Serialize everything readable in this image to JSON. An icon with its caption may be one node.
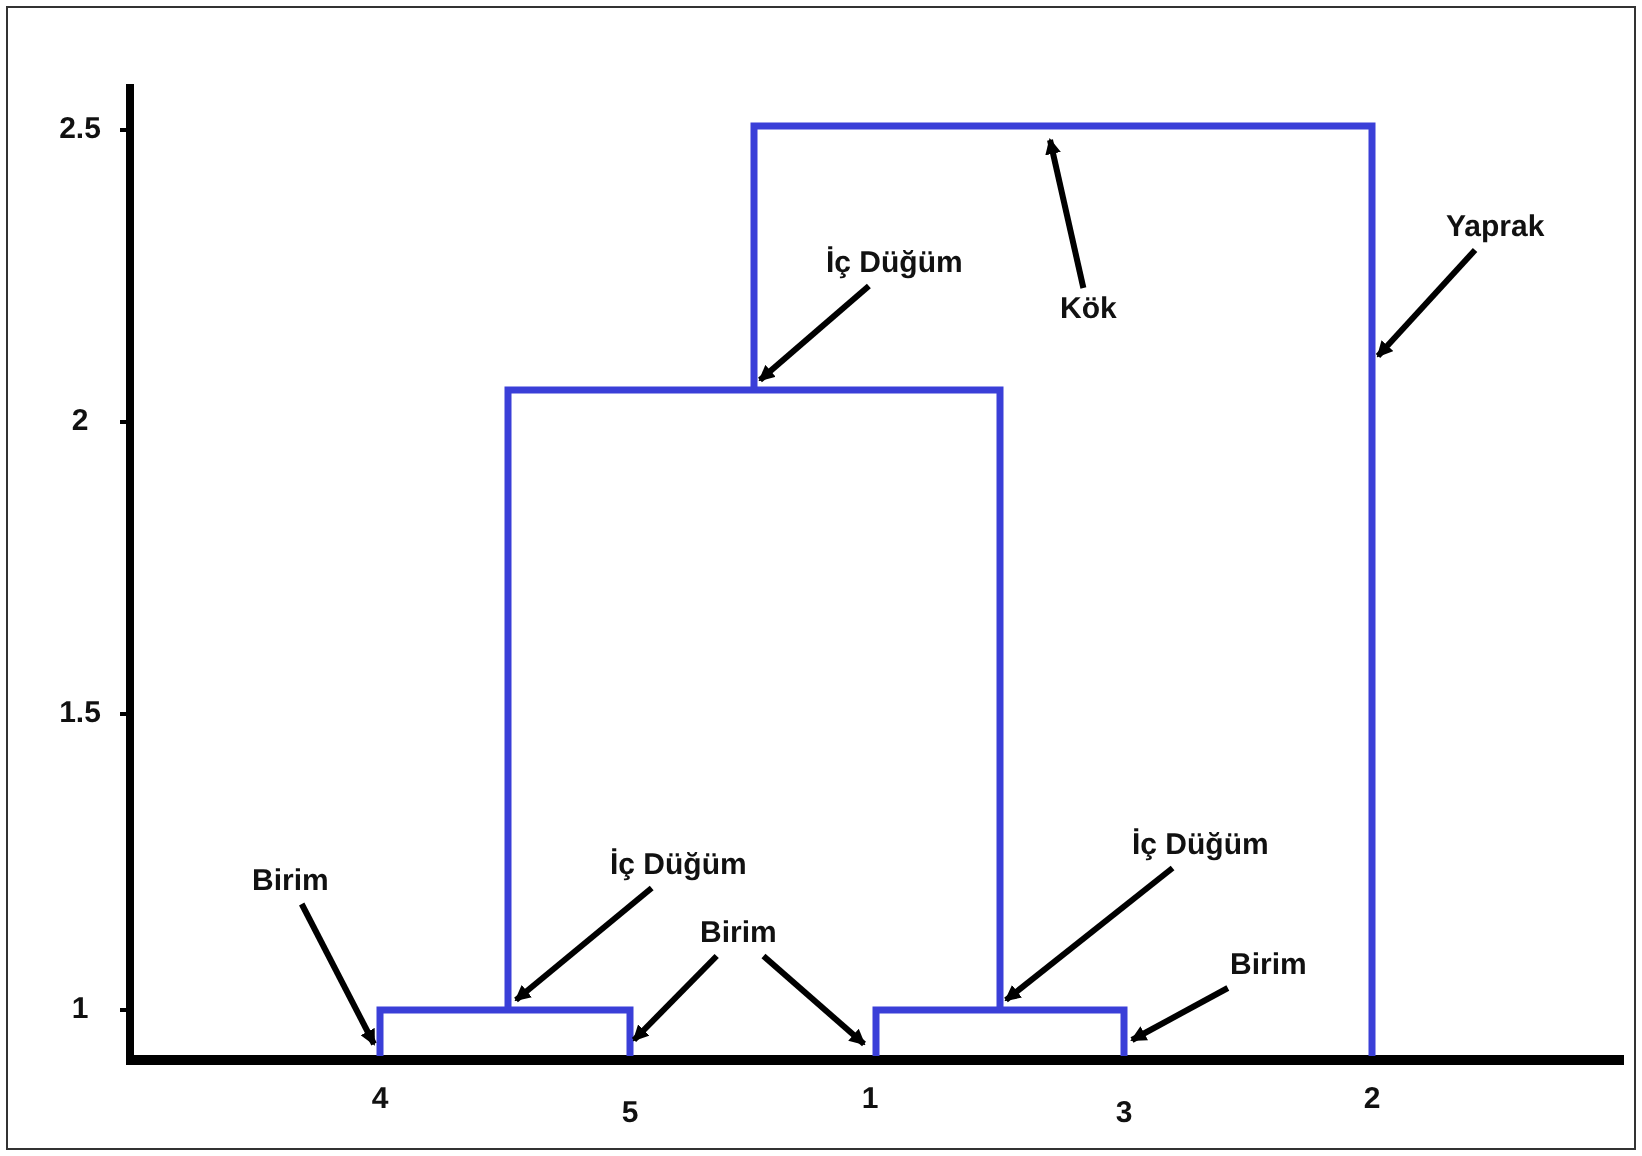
{
  "diagram": {
    "nodes": [
      {
        "text": [
          "Yaprak"
        ]
      },
      {
        "text": [
          "İç Düğüm"
        ]
      },
      {
        "text": [
          "Kök"
        ]
      },
      {
        "text": [
          "İç Düğüm"
        ]
      },
      {
        "text": [
          "İç Düğüm"
        ]
      },
      {
        "text": [
          "Birim"
        ]
      },
      {
        "text": [
          "Birim"
        ]
      },
      {
        "text": [
          "Birim"
        ]
      }
    ],
    "edges": [
      {
        "from": 0,
        "to": null,
        "arrow": "to"
      },
      {
        "from": 1,
        "to": null,
        "arrow": "to"
      },
      {
        "from": 2,
        "to": null,
        "arrow": "to"
      },
      {
        "from": 3,
        "to": null,
        "arrow": "to"
      },
      {
        "from": 4,
        "to": null,
        "arrow": "to"
      },
      {
        "from": 5,
        "to": null,
        "arrow": "to"
      },
      {
        "from": 6,
        "to": null,
        "arrow": "to"
      },
      {
        "from": 6,
        "to": null,
        "arrow": "to"
      },
      {
        "from": 7,
        "to": null,
        "arrow": "to"
      }
    ],
    "labels": [
      "2.5",
      "2",
      "1.5",
      "1",
      "4",
      "5",
      "1",
      "3",
      "2"
    ]
  }
}
